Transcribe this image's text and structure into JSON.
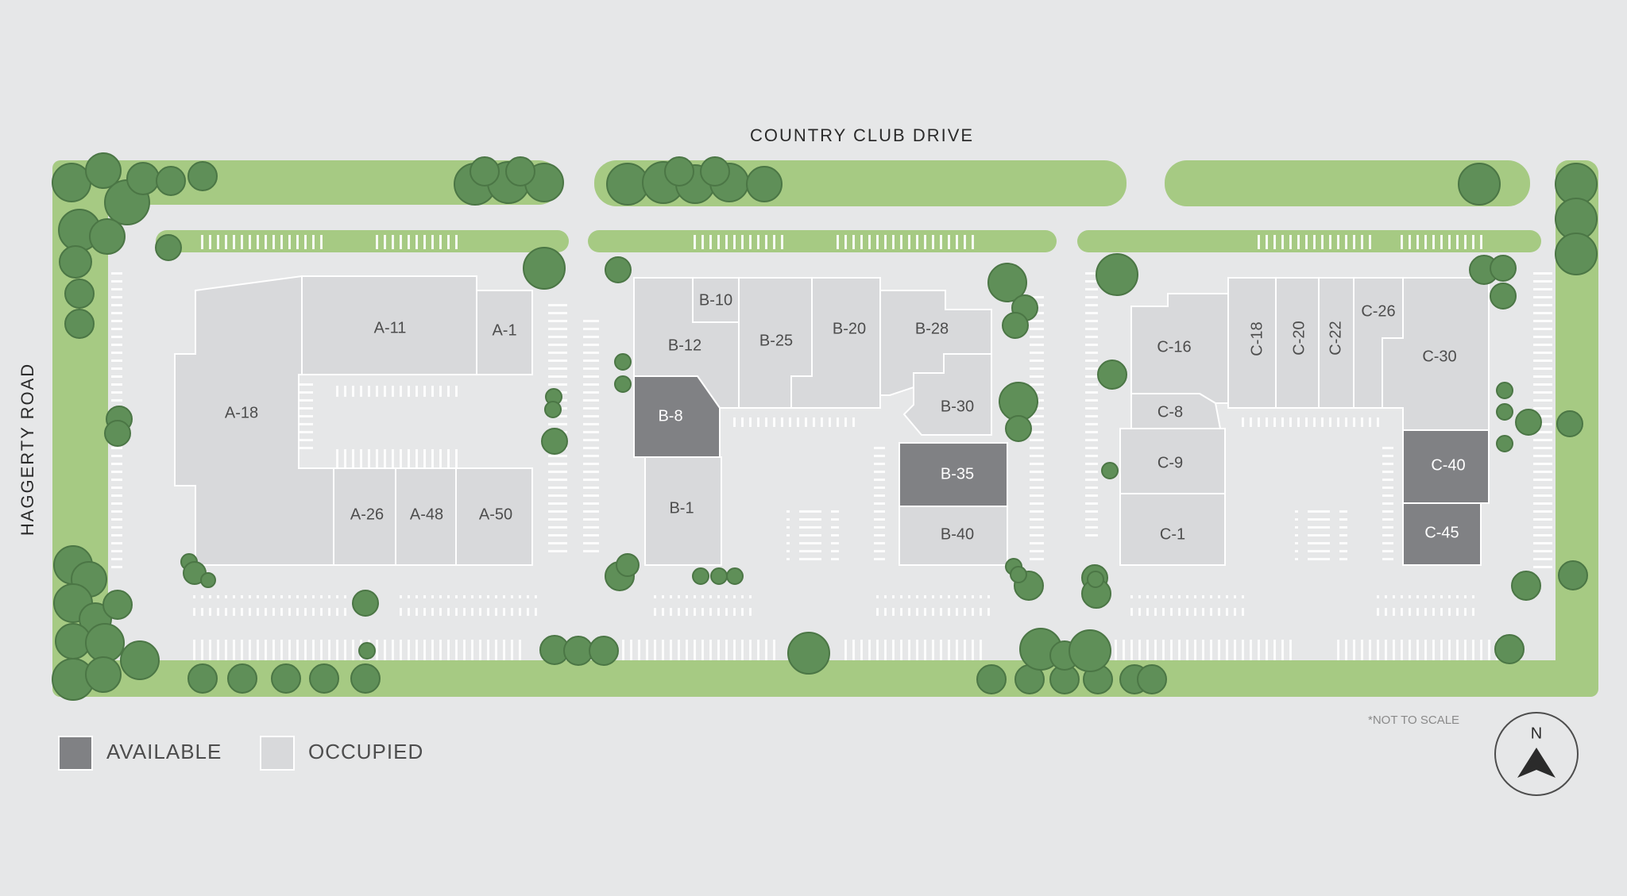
{
  "roads": {
    "north": "COUNTRY CLUB DRIVE",
    "west": "HAGGERTY ROAD"
  },
  "legend": {
    "available": "AVAILABLE",
    "occupied": "OCCUPIED"
  },
  "note": "*NOT TO SCALE",
  "compass": {
    "label": "N"
  },
  "colors": {
    "background": "#e6e7e8",
    "green": "#a6ca83",
    "tree": "#5f8f58",
    "tree_dark": "#4b7645",
    "occupied": "#d8d9db",
    "available": "#808184",
    "outline": "#ffffff"
  },
  "units": {
    "a18": {
      "label": "A-18",
      "status": "occupied"
    },
    "a11": {
      "label": "A-11",
      "status": "occupied"
    },
    "a1": {
      "label": "A-1",
      "status": "occupied"
    },
    "a26": {
      "label": "A-26",
      "status": "occupied"
    },
    "a48": {
      "label": "A-48",
      "status": "occupied"
    },
    "a50": {
      "label": "A-50",
      "status": "occupied"
    },
    "b10": {
      "label": "B-10",
      "status": "occupied"
    },
    "b12": {
      "label": "B-12",
      "status": "occupied"
    },
    "b25": {
      "label": "B-25",
      "status": "occupied"
    },
    "b20": {
      "label": "B-20",
      "status": "occupied"
    },
    "b28": {
      "label": "B-28",
      "status": "occupied"
    },
    "b8": {
      "label": "B-8",
      "status": "available"
    },
    "b30": {
      "label": "B-30",
      "status": "occupied"
    },
    "b35": {
      "label": "B-35",
      "status": "available"
    },
    "b1": {
      "label": "B-1",
      "status": "occupied"
    },
    "b40": {
      "label": "B-40",
      "status": "occupied"
    },
    "c16": {
      "label": "C-16",
      "status": "occupied"
    },
    "c18": {
      "label": "C-18",
      "status": "occupied"
    },
    "c20": {
      "label": "C-20",
      "status": "occupied"
    },
    "c22": {
      "label": "C-22",
      "status": "occupied"
    },
    "c26": {
      "label": "C-26",
      "status": "occupied"
    },
    "c30": {
      "label": "C-30",
      "status": "occupied"
    },
    "c8": {
      "label": "C-8",
      "status": "occupied"
    },
    "c9": {
      "label": "C-9",
      "status": "occupied"
    },
    "c1": {
      "label": "C-1",
      "status": "occupied"
    },
    "c40": {
      "label": "C-40",
      "status": "available"
    },
    "c45": {
      "label": "C-45",
      "status": "available"
    }
  }
}
